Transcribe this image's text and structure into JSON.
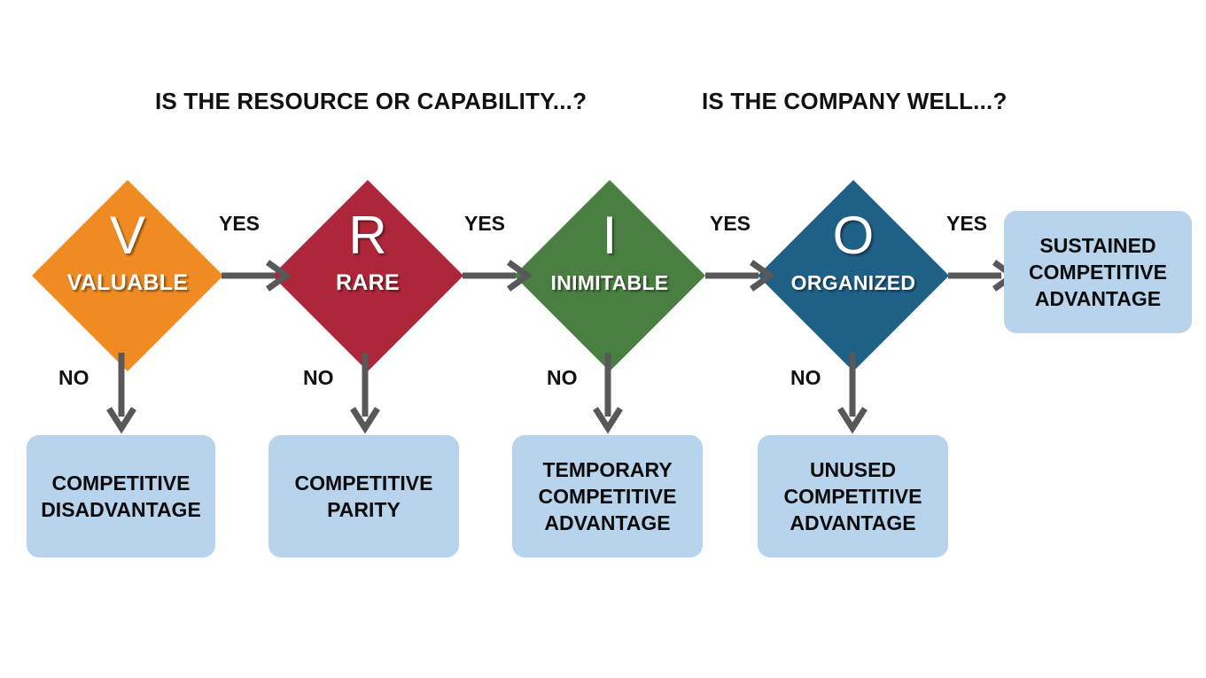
{
  "headers": [
    {
      "id": "resource",
      "text": "IS THE RESOURCE OR CAPABILITY...?"
    },
    {
      "id": "company",
      "text": "IS THE COMPANY WELL...?"
    }
  ],
  "colors": {
    "valuable": "#EF8B22",
    "rare": "#AD2639",
    "inimitable": "#4A7F42",
    "organized": "#1F6087",
    "outcome_box": "#B8D3EC",
    "arrow": "#58585A",
    "text_dark": "#111111",
    "text_light": "#FFFFFF",
    "background": "#FFFFFF"
  },
  "diamonds": [
    {
      "key": "v",
      "letter": "V",
      "word": "VALUABLE",
      "color": "#EF8B22"
    },
    {
      "key": "r",
      "letter": "R",
      "word": "RARE",
      "color": "#AD2639"
    },
    {
      "key": "i",
      "letter": "I",
      "word": "INIMITABLE",
      "color": "#4A7F42"
    },
    {
      "key": "o",
      "letter": "O",
      "word": "ORGANIZED",
      "color": "#1F6087"
    }
  ],
  "edges": {
    "yes_label": "YES",
    "no_label": "NO",
    "yes": [
      "YES",
      "YES",
      "YES",
      "YES"
    ],
    "no": [
      "NO",
      "NO",
      "NO",
      "NO"
    ]
  },
  "outcomes": [
    {
      "key": "sustained",
      "lines": [
        "SUSTAINED",
        "COMPETITIVE",
        "ADVANTAGE"
      ],
      "from": "ORGANIZED",
      "branch": "YES"
    },
    {
      "key": "disadvantage",
      "lines": [
        "COMPETITIVE",
        "DISADVANTAGE"
      ],
      "from": "VALUABLE",
      "branch": "NO"
    },
    {
      "key": "parity",
      "lines": [
        "COMPETITIVE",
        "PARITY"
      ],
      "from": "RARE",
      "branch": "NO"
    },
    {
      "key": "temporary",
      "lines": [
        "TEMPORARY",
        "COMPETITIVE",
        "ADVANTAGE"
      ],
      "from": "INIMITABLE",
      "branch": "NO"
    },
    {
      "key": "unused",
      "lines": [
        "UNUSED",
        "COMPETITIVE",
        "ADVANTAGE"
      ],
      "from": "ORGANIZED",
      "branch": "NO"
    }
  ]
}
